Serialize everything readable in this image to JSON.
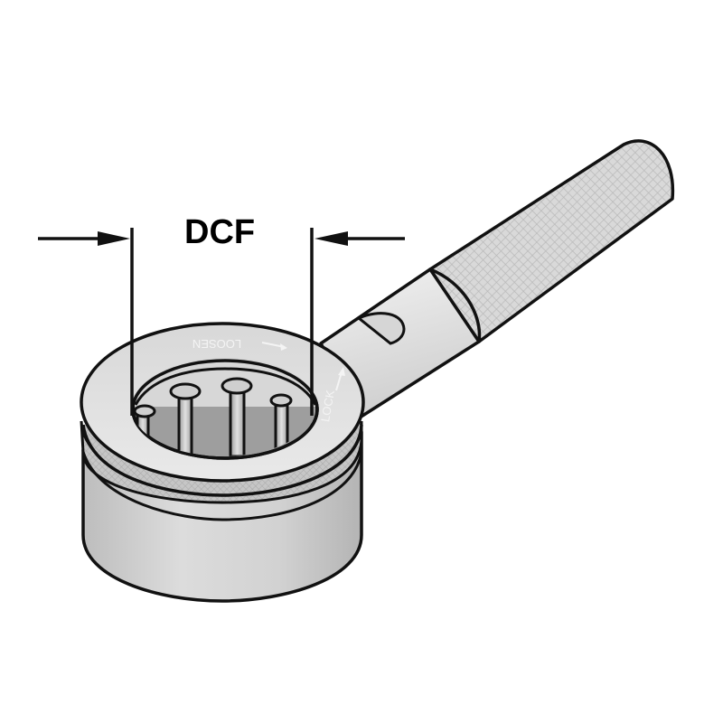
{
  "diagram": {
    "subject": "collet wrench",
    "dimension": {
      "label": "DCF",
      "meaning_markers": [
        "left-arrow",
        "right-arrow"
      ]
    },
    "ring_markings": {
      "loosen": "LOOSEN",
      "lock": "LOCK"
    },
    "colors": {
      "background": "#ffffff",
      "outline": "#111111",
      "metal_light": "#e6e6e6",
      "metal_mid": "#cfcfcf",
      "metal_dark": "#a9a9a9",
      "bore": "#9a9a9a",
      "marking": "#f4f4f4"
    },
    "parts": [
      "dimension-arrows",
      "ring-head",
      "bore-pins",
      "knurled-band",
      "shaft",
      "knurled-handle"
    ]
  }
}
